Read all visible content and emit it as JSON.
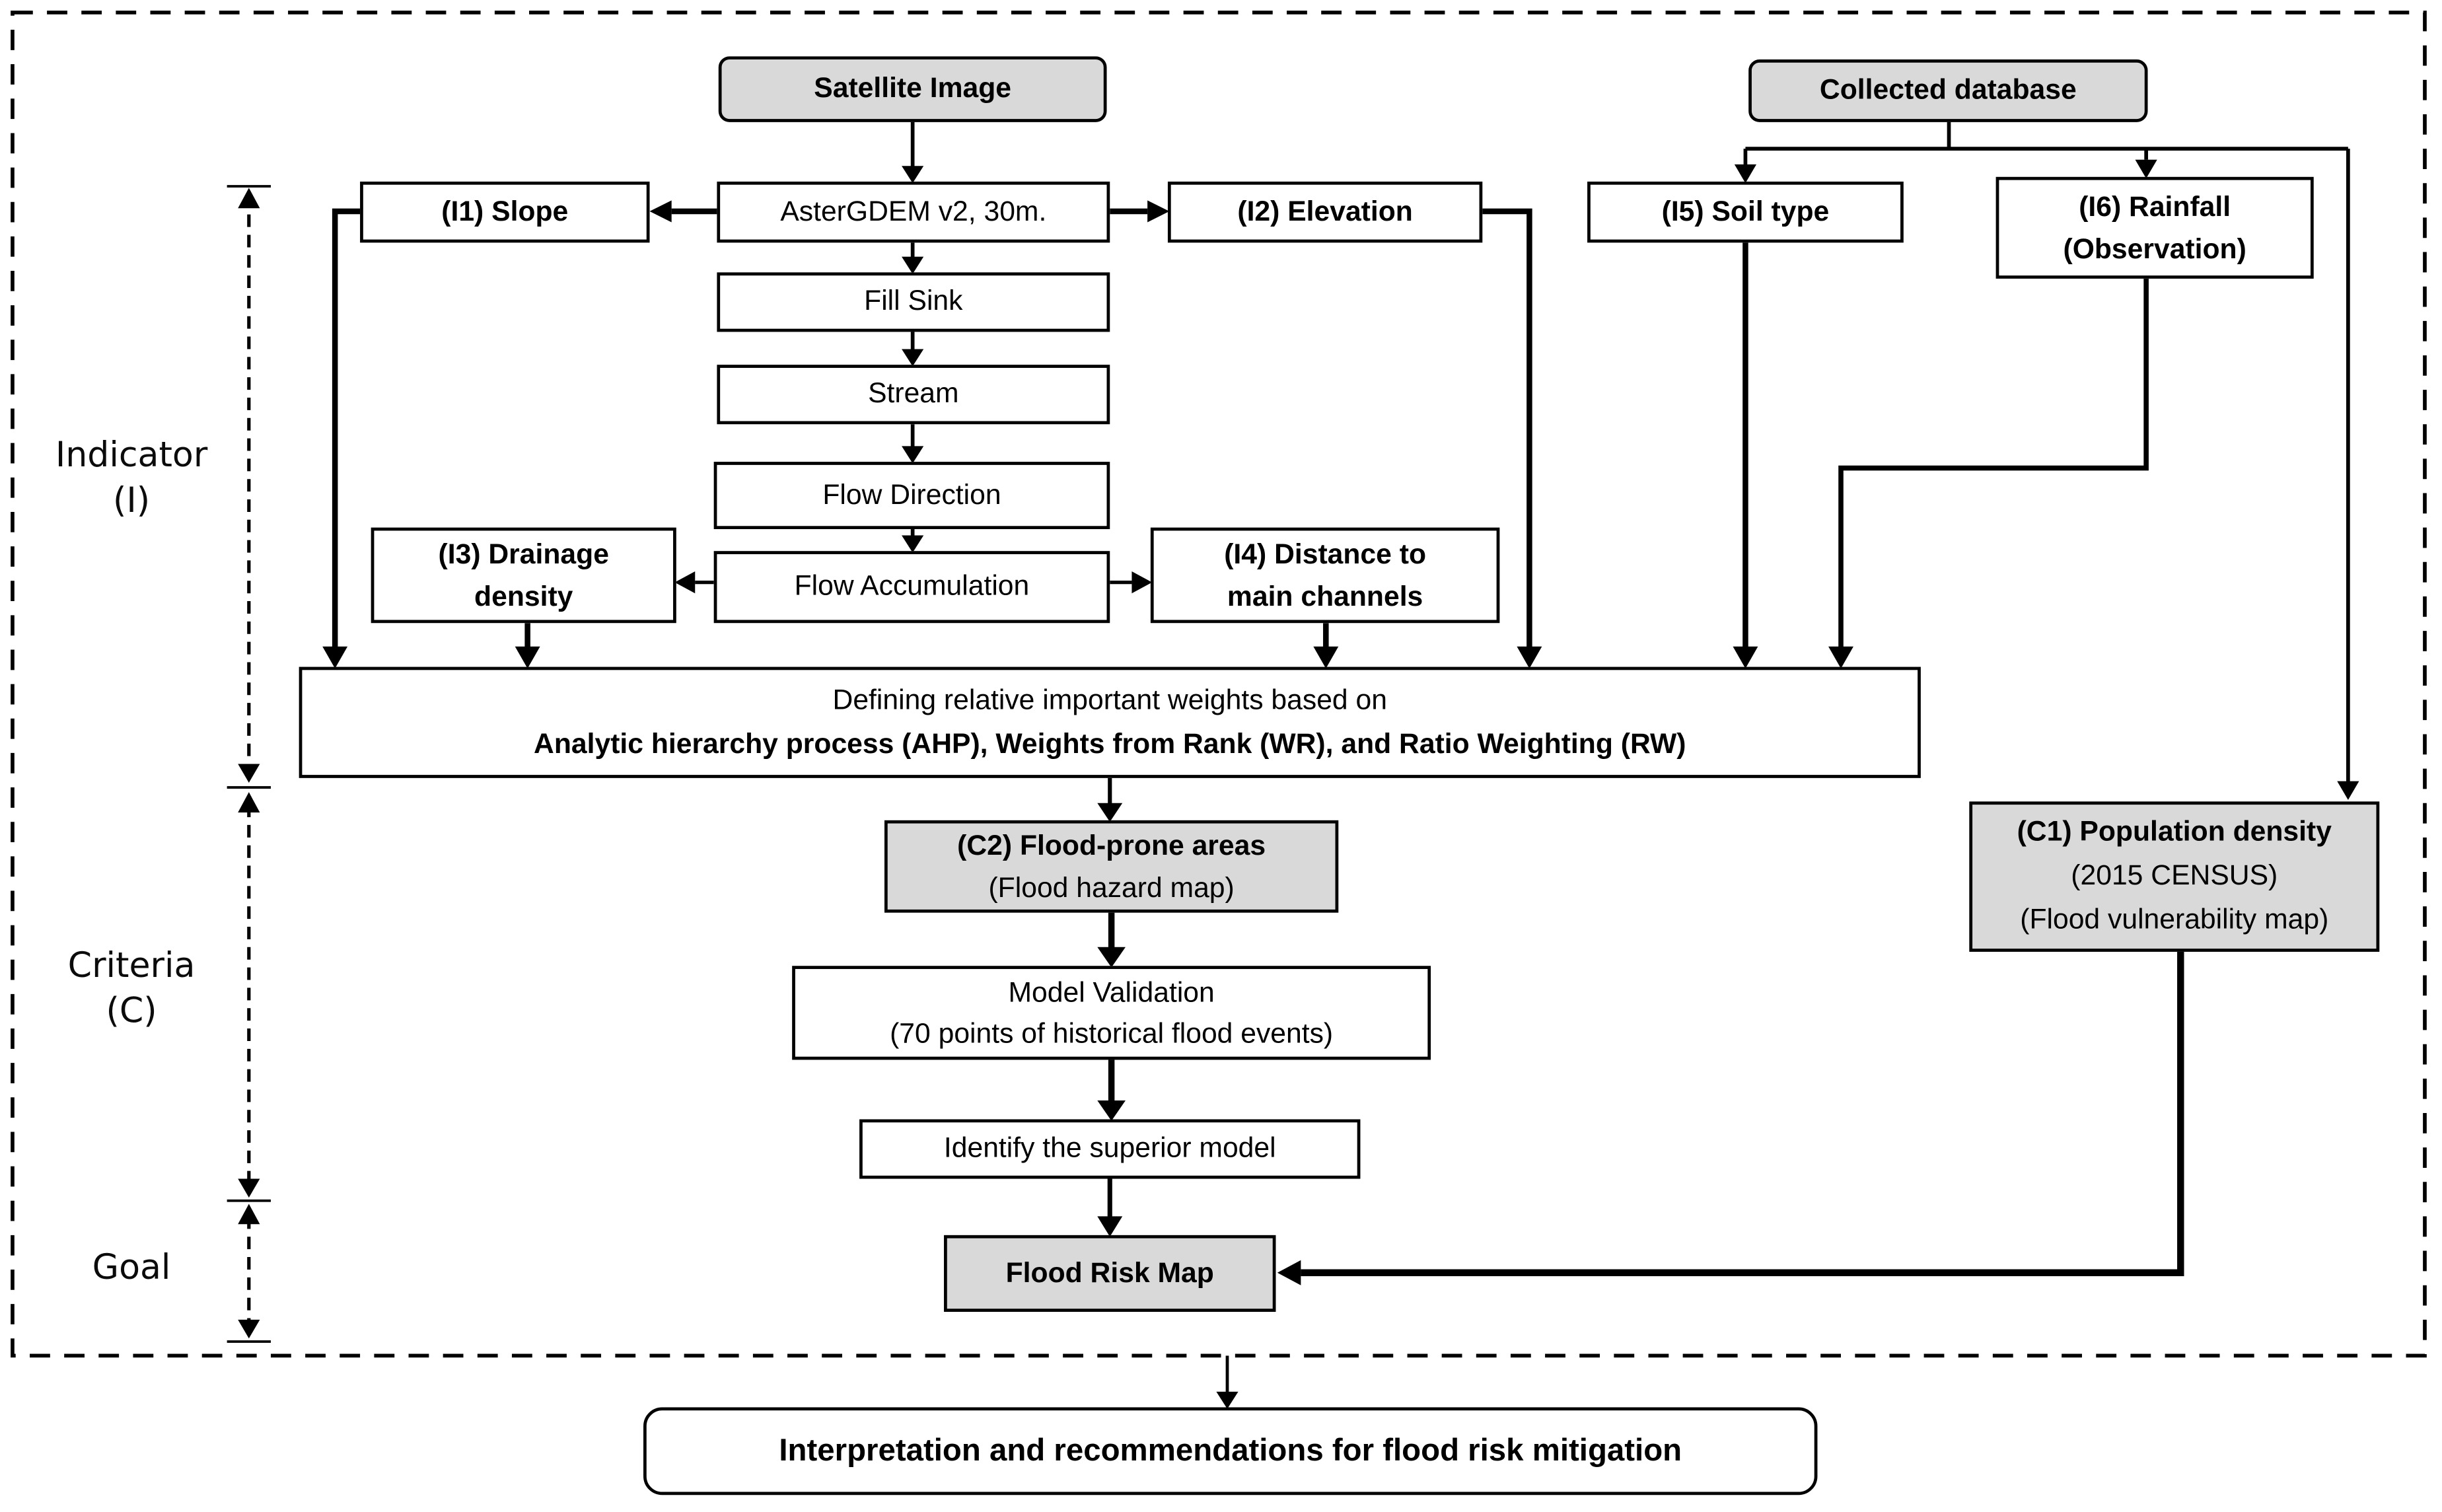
{
  "figure": {
    "type": "flowchart",
    "description_visible_only": true
  },
  "colors": {
    "box_fill_gray": "#d9d9d9",
    "box_fill_white": "#ffffff",
    "line_color": "#000000",
    "text_color": "#000000",
    "background": "#ffffff"
  },
  "sections": {
    "indicator": {
      "label": "Indicator",
      "sub": "(I)"
    },
    "criteria": {
      "label": "Criteria",
      "sub": "(C)"
    },
    "goal": {
      "label": "Goal"
    }
  },
  "nodes": {
    "satellite": {
      "label": "Satellite Image"
    },
    "collected": {
      "label": "Collected database"
    },
    "i1": {
      "label": "(I1) Slope"
    },
    "astergdem": {
      "label": "AsterGDEM v2, 30m."
    },
    "i2": {
      "label": "(I2) Elevation"
    },
    "i5": {
      "label": "(I5) Soil type"
    },
    "i6": {
      "line1": "(I6) Rainfall",
      "line2": "(Observation)"
    },
    "fill_sink": {
      "label": "Fill Sink"
    },
    "stream": {
      "label": "Stream"
    },
    "flow_direction": {
      "label": "Flow Direction"
    },
    "flow_accumulation": {
      "label": "Flow Accumulation"
    },
    "i3": {
      "line1": "(I3) Drainage",
      "line2": "density"
    },
    "i4": {
      "line1": "(I4) Distance to",
      "line2": "main channels"
    },
    "ahp": {
      "line1": "Defining relative important weights based on",
      "line2": "Analytic hierarchy process (AHP), Weights from Rank (WR), and Ratio Weighting (RW)"
    },
    "c2": {
      "line1": "(C2) Flood-prone areas",
      "line2": "(Flood hazard map)"
    },
    "c1": {
      "line1": "(C1) Population density",
      "line2": "(2015 CENSUS)",
      "line3": "(Flood vulnerability map)"
    },
    "model_validation": {
      "line1": "Model Validation",
      "line2": "(70 points of historical flood events)"
    },
    "identify": {
      "label": "Identify the superior model"
    },
    "flood_risk_map": {
      "label": "Flood Risk Map"
    },
    "interpretation": {
      "label": "Interpretation and recommendations for flood risk mitigation"
    }
  }
}
